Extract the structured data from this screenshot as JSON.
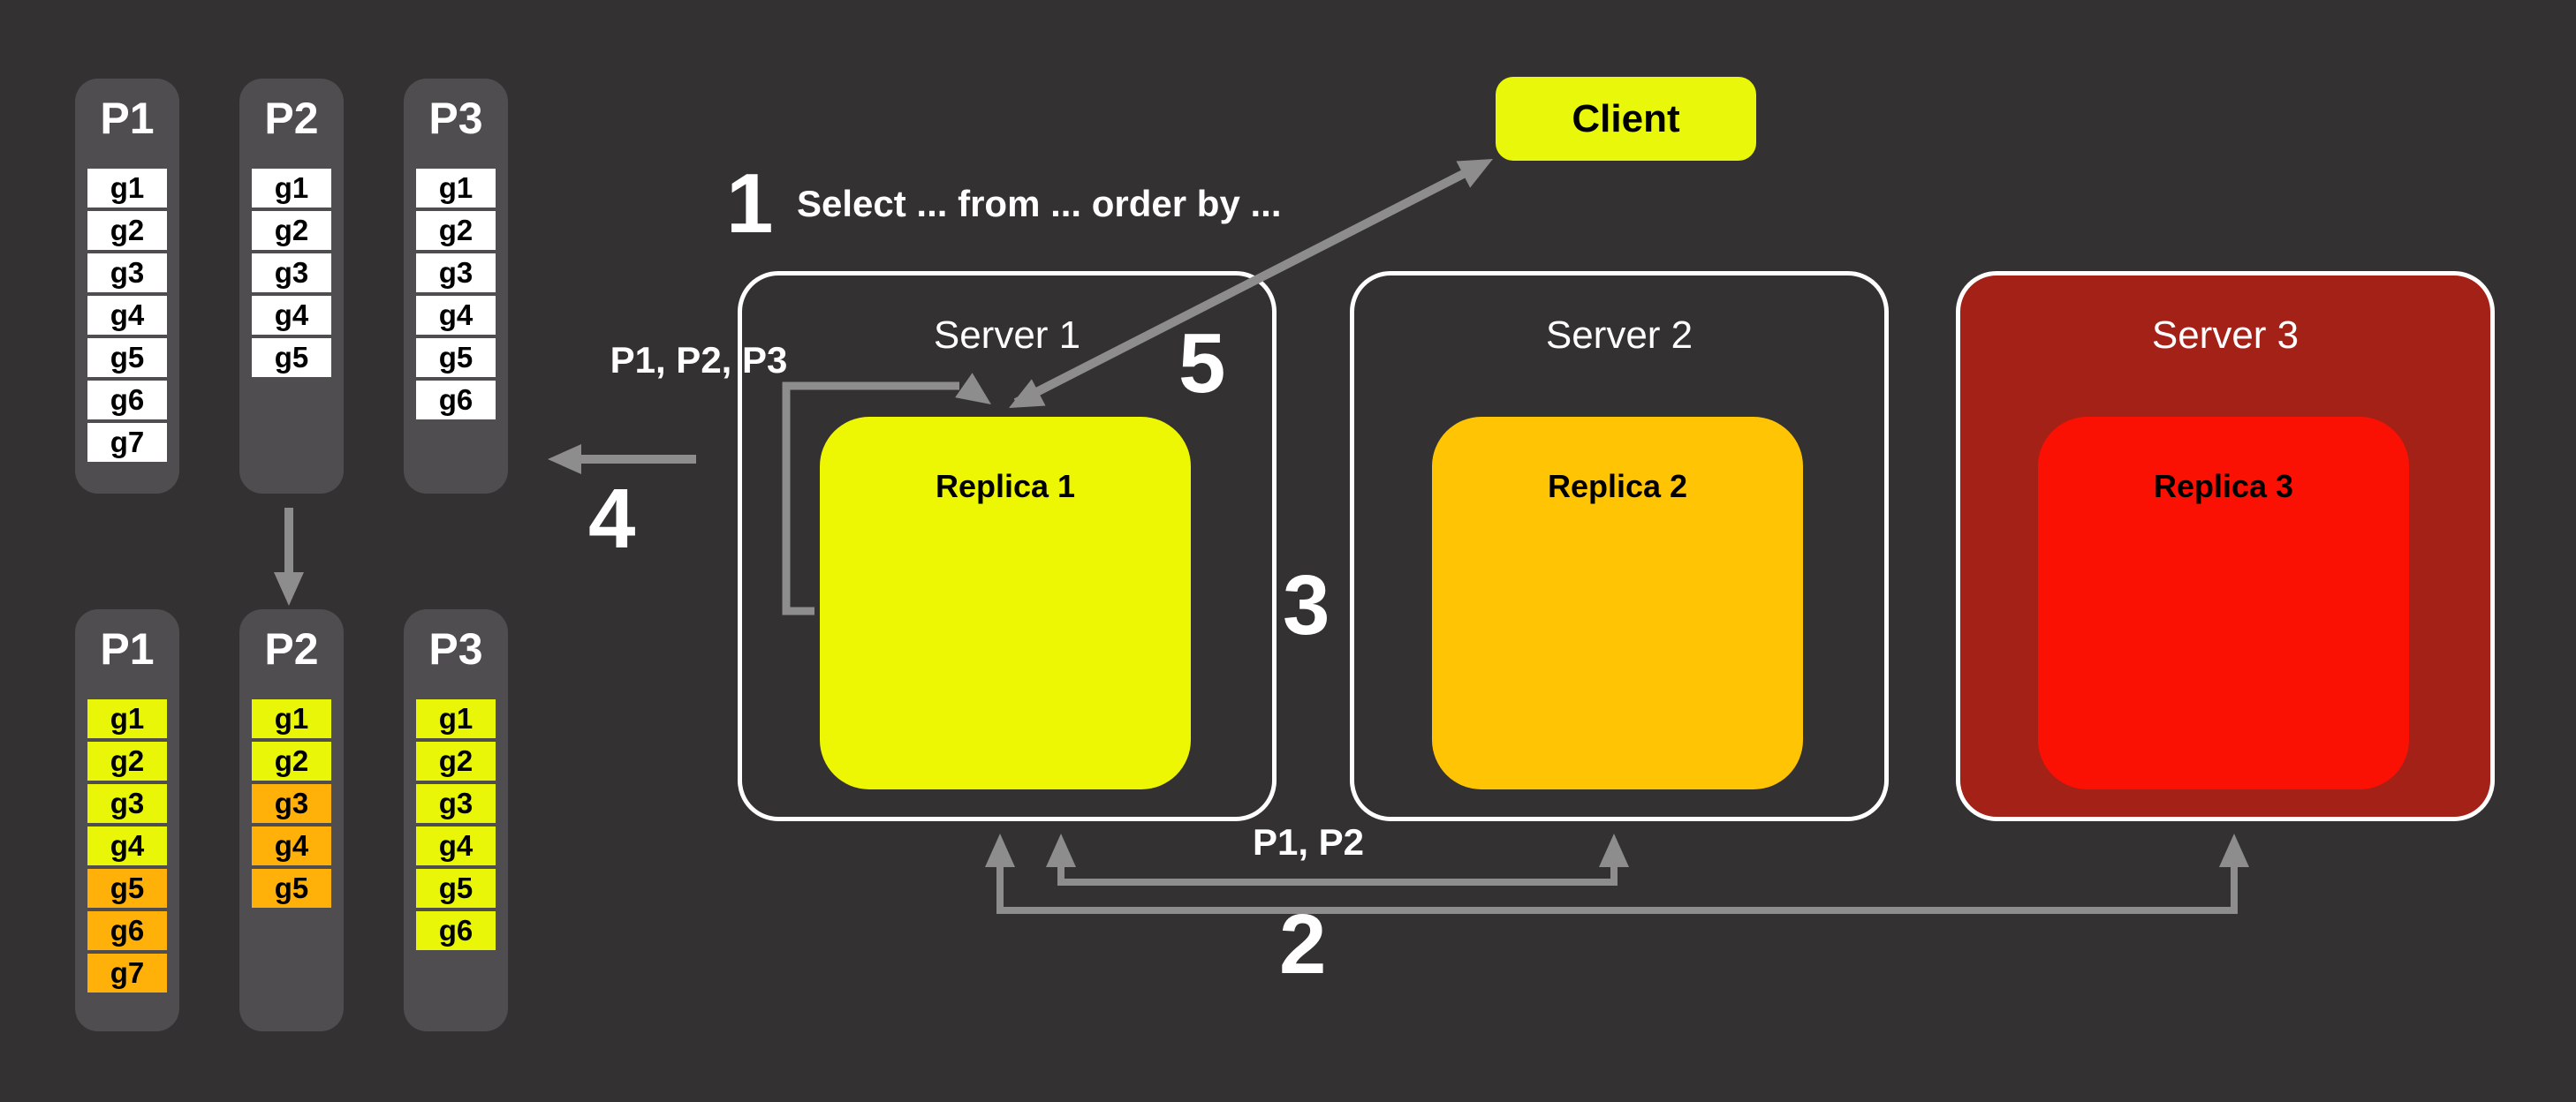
{
  "colors": {
    "background": "#333132",
    "pillar": "#4f4d4f",
    "arrow": "#8d8d8d",
    "item_white": "#ffffff",
    "item_yellow": "#eaf608",
    "item_orange": "#ffb109",
    "client_yellow": "#e9f70b"
  },
  "client": {
    "label": "Client"
  },
  "query": {
    "text": "Select ... from ... order by ..."
  },
  "steps": {
    "s1": "1",
    "s2": "2",
    "s3": "3",
    "s4": "4",
    "s5": "5"
  },
  "annotations": {
    "loop_partitions": "P1, P2, P3",
    "sync_partitions": "P1, P2"
  },
  "servers": [
    {
      "name": "Server 1",
      "replica_label": "Replica 1",
      "replica_color": "#edf603",
      "fill": "transparent"
    },
    {
      "name": "Server 2",
      "replica_label": "Replica 2",
      "replica_color": "#ffc404",
      "fill": "transparent"
    },
    {
      "name": "Server 3",
      "replica_label": "Replica 3",
      "replica_color": "#fb1104",
      "fill": "#a42118"
    }
  ],
  "partition_groups": {
    "top": [
      {
        "label": "P1",
        "items": [
          {
            "label": "g1",
            "color": "#ffffff"
          },
          {
            "label": "g2",
            "color": "#ffffff"
          },
          {
            "label": "g3",
            "color": "#ffffff"
          },
          {
            "label": "g4",
            "color": "#ffffff"
          },
          {
            "label": "g5",
            "color": "#ffffff"
          },
          {
            "label": "g6",
            "color": "#ffffff"
          },
          {
            "label": "g7",
            "color": "#ffffff"
          }
        ]
      },
      {
        "label": "P2",
        "items": [
          {
            "label": "g1",
            "color": "#ffffff"
          },
          {
            "label": "g2",
            "color": "#ffffff"
          },
          {
            "label": "g3",
            "color": "#ffffff"
          },
          {
            "label": "g4",
            "color": "#ffffff"
          },
          {
            "label": "g5",
            "color": "#ffffff"
          }
        ]
      },
      {
        "label": "P3",
        "items": [
          {
            "label": "g1",
            "color": "#ffffff"
          },
          {
            "label": "g2",
            "color": "#ffffff"
          },
          {
            "label": "g3",
            "color": "#ffffff"
          },
          {
            "label": "g4",
            "color": "#ffffff"
          },
          {
            "label": "g5",
            "color": "#ffffff"
          },
          {
            "label": "g6",
            "color": "#ffffff"
          }
        ]
      }
    ],
    "bottom": [
      {
        "label": "P1",
        "items": [
          {
            "label": "g1",
            "color": "#eaf608"
          },
          {
            "label": "g2",
            "color": "#eaf608"
          },
          {
            "label": "g3",
            "color": "#eaf608"
          },
          {
            "label": "g4",
            "color": "#eaf608"
          },
          {
            "label": "g5",
            "color": "#ffb109"
          },
          {
            "label": "g6",
            "color": "#ffb109"
          },
          {
            "label": "g7",
            "color": "#ffb109"
          }
        ]
      },
      {
        "label": "P2",
        "items": [
          {
            "label": "g1",
            "color": "#eaf608"
          },
          {
            "label": "g2",
            "color": "#eaf608"
          },
          {
            "label": "g3",
            "color": "#ffb109"
          },
          {
            "label": "g4",
            "color": "#ffb109"
          },
          {
            "label": "g5",
            "color": "#ffb109"
          }
        ]
      },
      {
        "label": "P3",
        "items": [
          {
            "label": "g1",
            "color": "#eaf608"
          },
          {
            "label": "g2",
            "color": "#eaf608"
          },
          {
            "label": "g3",
            "color": "#eaf608"
          },
          {
            "label": "g4",
            "color": "#eaf608"
          },
          {
            "label": "g5",
            "color": "#eaf608"
          },
          {
            "label": "g6",
            "color": "#eaf608"
          }
        ]
      }
    ]
  }
}
